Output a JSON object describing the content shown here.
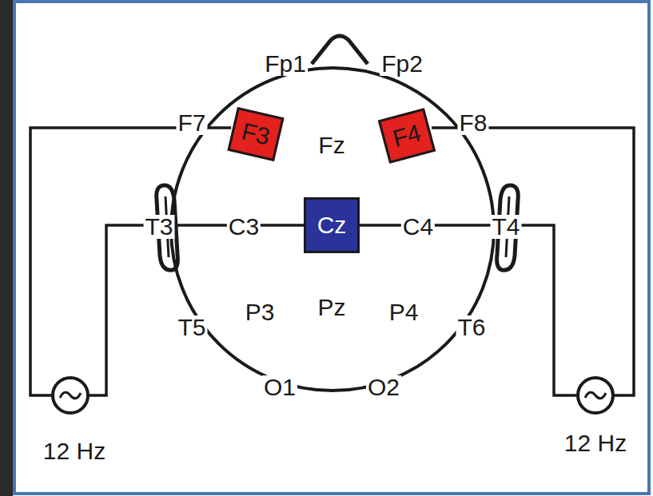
{
  "diagram": {
    "nodes": [
      {
        "text": [
          "F3"
        ]
      },
      {
        "text": [
          "F4"
        ]
      },
      {
        "text": [
          "Cz"
        ]
      }
    ],
    "edges": [
      {
        "from": 0,
        "to": 2,
        "arrow": "none",
        "label": "12 Hz"
      },
      {
        "from": 1,
        "to": 2,
        "arrow": "none",
        "label": "12 Hz"
      }
    ],
    "labels": [
      "Fp1",
      "Fp2",
      "F7",
      "F8",
      "Fz",
      "T3",
      "C3",
      "C4",
      "T4",
      "T5",
      "P3",
      "Pz",
      "P4",
      "T6",
      "O1",
      "O2"
    ]
  }
}
